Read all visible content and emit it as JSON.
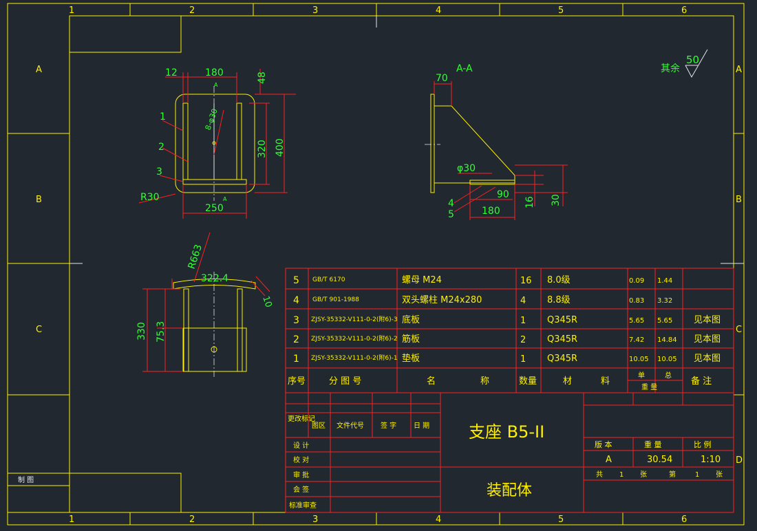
{
  "colors": {
    "background": "#212830",
    "frame": "#fff000",
    "dimension": "#ff2020",
    "text": "#33ff33",
    "outline": "#e8e8e8"
  },
  "grid": {
    "columns": [
      "1",
      "2",
      "3",
      "4",
      "5",
      "6"
    ],
    "rows": [
      "A",
      "B",
      "C",
      "D"
    ]
  },
  "roughness": {
    "label": "其余",
    "value": "50"
  },
  "view_top": {
    "dim_12": "12",
    "dim_180": "180",
    "dim_48": "48",
    "dim_320": "320",
    "dim_400": "400",
    "dim_250": "250",
    "dim_r30": "R30",
    "section_mark": "A",
    "hole_note": "8-φ30",
    "leader_1": "1",
    "leader_2": "2",
    "leader_3": "3"
  },
  "view_section": {
    "title": "A-A",
    "dim_70": "70",
    "dim_d30": "φ30",
    "dim_90": "90",
    "dim_180": "180",
    "dim_16": "16",
    "dim_30": "30",
    "leader_4": "4",
    "leader_5": "5"
  },
  "view_side": {
    "dim_r663": "R663",
    "dim_322_4": "322.4",
    "dim_10": "10",
    "dim_330": "330",
    "dim_75_3": "75.3"
  },
  "bom": {
    "rows": [
      {
        "no": "5",
        "code": "GB/T 6170",
        "name": "螺母  M24",
        "qty": "16",
        "material": "8.0级",
        "unit": "0.09",
        "total": "1.44",
        "note": ""
      },
      {
        "no": "4",
        "code": "GB/T 901-1988",
        "name": "双头螺柱 M24x280",
        "qty": "4",
        "material": "8.8级",
        "unit": "0.83",
        "total": "3.32",
        "note": ""
      },
      {
        "no": "3",
        "code": "ZJSY-35332-V111-0-2(附6)-3",
        "name": "底板",
        "qty": "1",
        "material": "Q345R",
        "unit": "5.65",
        "total": "5.65",
        "note": "见本图"
      },
      {
        "no": "2",
        "code": "ZJSY-35332-V111-0-2(附6)-2",
        "name": "筋板",
        "qty": "2",
        "material": "Q345R",
        "unit": "7.42",
        "total": "14.84",
        "note": "见本图"
      },
      {
        "no": "1",
        "code": "ZJSY-35332-V111-0-2(附6)-1",
        "name": "垫板",
        "qty": "1",
        "material": "Q345R",
        "unit": "10.05",
        "total": "10.05",
        "note": "见本图"
      }
    ],
    "header": {
      "no": "序号",
      "code": "分  图  号",
      "name_a": "名",
      "name_b": "称",
      "qty": "数量",
      "material_a": "材",
      "material_b": "料",
      "unit": "单",
      "total": "总",
      "weight": "重    量",
      "note": "备    注"
    }
  },
  "title_block": {
    "title": "支座 B5-ⅠⅠ",
    "subtitle": "装配体",
    "rev_mark": "更改标记",
    "zone": "图区",
    "doc_no": "文件代号",
    "sign": "签  字",
    "date": "日  期",
    "design": "设    计",
    "check": "校    对",
    "review": "审    批",
    "countersign": "会    签",
    "standard": "标准审查",
    "version_label": "版      本",
    "weight_label": "重      量",
    "scale_label": "比    例",
    "version": "A",
    "weight": "30.54",
    "scale": "1:10",
    "sheet_total_label": "共",
    "sheet_total": "1",
    "sheet_unit": "张",
    "sheet_no_label": "第",
    "sheet_no": "1",
    "sheet_unit2": "张"
  },
  "corner_box": {
    "label": "制    图"
  }
}
